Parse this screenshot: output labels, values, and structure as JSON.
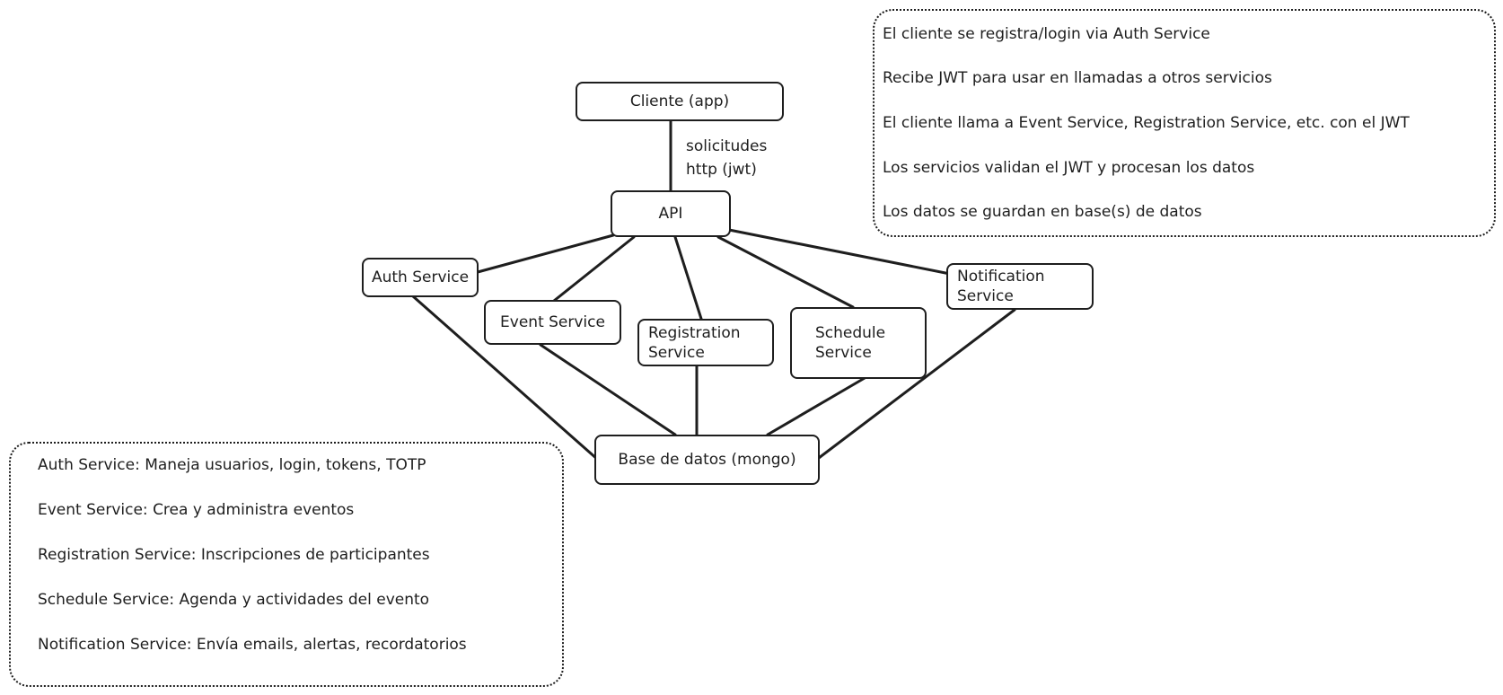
{
  "diagram": {
    "nodes": {
      "cliente": "Cliente (app)",
      "api": "API",
      "auth": "Auth Service",
      "event": "Event Service",
      "registration": [
        "Registration",
        "Service"
      ],
      "schedule": [
        "Schedule",
        "Service"
      ],
      "notification": [
        "Notification",
        "Service"
      ],
      "db": "Base de datos (mongo)"
    },
    "edge_label": [
      "solicitudes",
      "http (jwt)"
    ]
  },
  "notes": {
    "flow": [
      "El cliente se registra/login via Auth Service",
      "Recibe JWT para usar en llamadas a otros servicios",
      "El cliente llama a Event Service, Registration Service, etc. con el JWT",
      "Los servicios validan el JWT y procesan los datos",
      "Los datos se guardan en base(s) de datos"
    ],
    "services": [
      "Auth Service: Maneja usuarios, login, tokens, TOTP",
      "Event Service: Crea y administra eventos",
      "Registration Service: Inscripciones de participantes",
      "Schedule Service: Agenda y actividades del evento",
      "Notification Service: Envía emails, alertas, recordatorios"
    ]
  }
}
